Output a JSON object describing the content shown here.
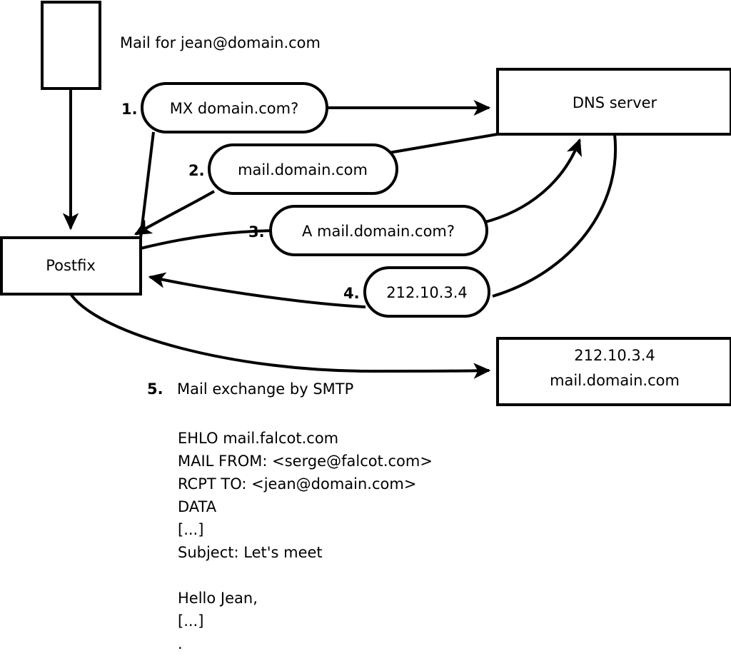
{
  "diagram": {
    "title_text": "Mail for jean@domain.com",
    "nodes": [
      {
        "id": "mail-client",
        "label": "",
        "kind": "box"
      },
      {
        "id": "postfix",
        "label": "Postfix",
        "kind": "box"
      },
      {
        "id": "dns-server",
        "label": "DNS server",
        "kind": "box"
      },
      {
        "id": "mail-server",
        "label_line1": "212.10.3.4",
        "label_line2": "mail.domain.com",
        "kind": "box"
      }
    ],
    "steps": [
      {
        "number": "1.",
        "label": "MX domain.com?",
        "from": "postfix",
        "to": "dns-server"
      },
      {
        "number": "2.",
        "label": "mail.domain.com",
        "from": "dns-server",
        "to": "postfix"
      },
      {
        "number": "3.",
        "label": "A mail.domain.com?",
        "from": "postfix",
        "to": "dns-server"
      },
      {
        "number": "4.",
        "label": "212.10.3.4",
        "from": "dns-server",
        "to": "postfix"
      },
      {
        "number": "5.",
        "label": "Mail exchange by SMTP",
        "from": "postfix",
        "to": "mail-server"
      }
    ],
    "transcript": [
      "EHLO mail.falcot.com",
      "MAIL FROM: <serge@falcot.com>",
      "RCPT TO: <jean@domain.com>",
      "DATA",
      "[...]",
      "Subject: Let's meet",
      "",
      "Hello Jean,",
      "[...]",
      "."
    ],
    "colors": {
      "stroke": "#000000",
      "fill": "#ffffff",
      "background": "#ffffff"
    }
  }
}
